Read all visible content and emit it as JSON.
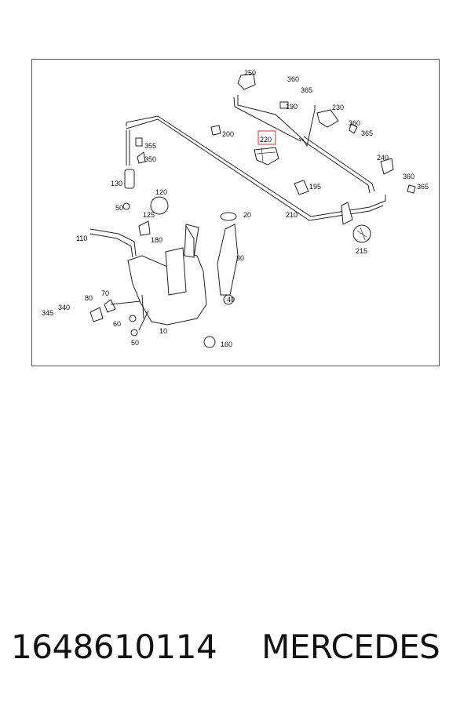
{
  "diagram": {
    "callouts": {
      "p250": "250",
      "p360a": "360",
      "p365a": "365",
      "p190": "190",
      "p230": "230",
      "p360b": "360",
      "p365b": "365",
      "p200": "200",
      "p220": "220",
      "p355": "355",
      "p350": "350",
      "p240": "240",
      "p360c": "360",
      "p365c": "365",
      "p130": "130",
      "p120": "120",
      "p195": "195",
      "p50a": "50",
      "p125": "125",
      "p20": "20",
      "p210": "210",
      "p110": "110",
      "p180": "180",
      "p215": "215",
      "p30": "30",
      "p70": "70",
      "p80": "80",
      "p340": "340",
      "p345": "345",
      "p40": "40",
      "p60": "60",
      "p10": "10",
      "p50b": "50",
      "p160": "160"
    },
    "highlight_color": "#e05050"
  },
  "footer": {
    "part_number": "1648610114",
    "brand": "MERCEDES"
  }
}
